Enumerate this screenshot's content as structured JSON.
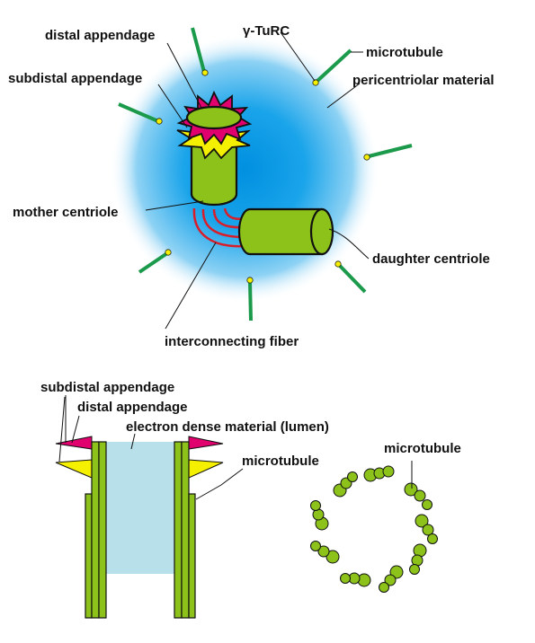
{
  "labels": {
    "distal_appendage": "distal appendage",
    "subdistal_appendage": "subdistal appendage",
    "gamma_turc": "γ-TuRC",
    "microtubule": "microtubule",
    "pericentriolar_material": "pericentriolar material",
    "mother_centriole": "mother centriole",
    "daughter_centriole": "daughter centriole",
    "interconnecting_fiber": "interconnecting fiber",
    "bottom_subdistal_appendage": "subdistal appendage",
    "bottom_distal_appendage": "distal appendage",
    "electron_dense_material": "electron dense material (lumen)",
    "bottom_microtubule_left": "microtubule",
    "bottom_microtubule_right": "microtubule"
  },
  "colors": {
    "pcm_center": "#0096e0",
    "centriole_green": "#8cc21a",
    "microtubule_green": "#1a9a4a",
    "gamma_turc_yellow": "#f5f000",
    "distal_magenta": "#e0006e",
    "fiber_red": "#d81e2a",
    "lumen_blue": "#b8e0ea"
  }
}
